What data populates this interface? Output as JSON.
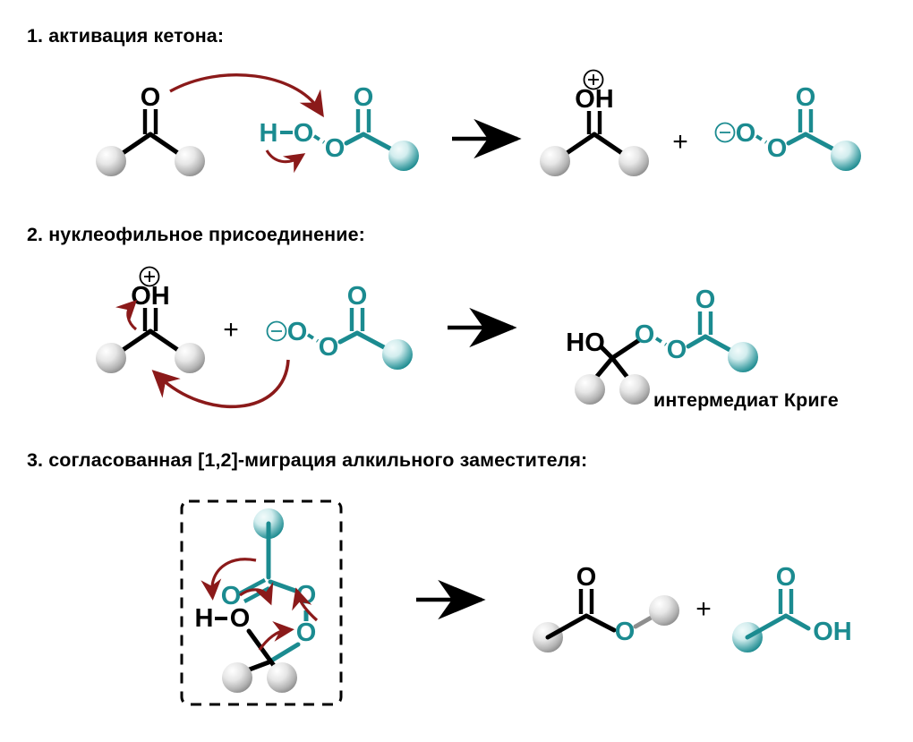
{
  "document": {
    "title": "Механизм реакции Байера-Виллигера",
    "language": "ru",
    "background_color": "#ffffff"
  },
  "colors": {
    "black": "#000000",
    "teal": "#1b8b90",
    "teal_dark": "#146f74",
    "arrow_red": "#8b1a1a",
    "sphere_grey_light": "#ffffff",
    "sphere_grey_dark": "#8a8a8a",
    "sphere_teal_light": "#e4f4f4",
    "sphere_teal_dark": "#1b8b90",
    "dashed_box": "#000000"
  },
  "steps": [
    {
      "id": "step-1",
      "heading": "1. активация кетона:",
      "reactants": [
        {
          "name": "ketone",
          "atoms": [
            "O"
          ],
          "color": "black"
        },
        {
          "name": "peracid",
          "atoms": [
            "H",
            "O",
            "O",
            "O"
          ],
          "color": "teal"
        }
      ],
      "reaction_arrow": "→",
      "plus_sign": "+",
      "products": [
        {
          "name": "protonated-ketone",
          "atoms": [
            "OH"
          ],
          "charge": "⊕",
          "color": "black"
        },
        {
          "name": "peracid-anion",
          "atoms": [
            "O",
            "O",
            "O"
          ],
          "charge": "⊖",
          "color": "teal"
        }
      ],
      "curved_arrows": 2
    },
    {
      "id": "step-2",
      "heading": "2. нуклеофильное присоединение:",
      "reactants": [
        {
          "name": "protonated-ketone",
          "atoms": [
            "OH"
          ],
          "charge": "⊕",
          "color": "black"
        },
        {
          "name": "peracid-anion",
          "atoms": [
            "O",
            "O",
            "O"
          ],
          "charge": "⊖",
          "color": "teal"
        }
      ],
      "reaction_arrow": "→",
      "plus_sign": "+",
      "products": [
        {
          "name": "criegee-intermediate",
          "atoms": [
            "HO",
            "O",
            "O",
            "O"
          ],
          "label": "интермедиат Криге"
        }
      ],
      "curved_arrows": 2
    },
    {
      "id": "step-3",
      "heading": "3. согласованная [1,2]-миграция алкильного заместителя:",
      "reactants": [
        {
          "name": "criegee-transition-state",
          "atoms": [
            "O",
            "O",
            "O",
            "H",
            "O"
          ],
          "boxed": true
        }
      ],
      "reaction_arrow": "→",
      "plus_sign": "+",
      "products": [
        {
          "name": "ester",
          "atoms": [
            "O",
            "O"
          ],
          "color": "mixed"
        },
        {
          "name": "carboxylic-acid",
          "atoms": [
            "O",
            "OH"
          ],
          "color": "teal"
        }
      ],
      "curved_arrows": 4
    }
  ],
  "labels": {
    "criegee": "интермедиат Криге",
    "charge_plus": "⊕",
    "charge_minus": "⊖",
    "plus": "+"
  },
  "atom_labels": {
    "O": "O",
    "H": "H",
    "OH": "OH",
    "HO": "HO"
  }
}
